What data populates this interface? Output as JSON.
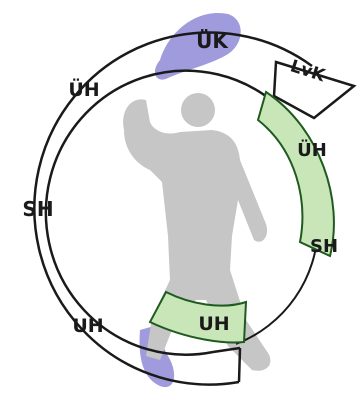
{
  "diagram": {
    "colors": {
      "ring_stroke": "#1a1a1a",
      "highlight_blue": "#9f9bdc",
      "highlight_green": "#c8e6b8",
      "green_stroke": "#1f5a1f",
      "figure": "#c6c6c6"
    },
    "outer_ring_labels": {
      "top": "ÜK",
      "upper_left": "ÜH",
      "left": "SH",
      "lower_left": "UH",
      "top_right_box": "LvK"
    },
    "inner_ring_labels": {
      "right_upper": "ÜH",
      "right": "SH",
      "bottom": "UH"
    }
  }
}
